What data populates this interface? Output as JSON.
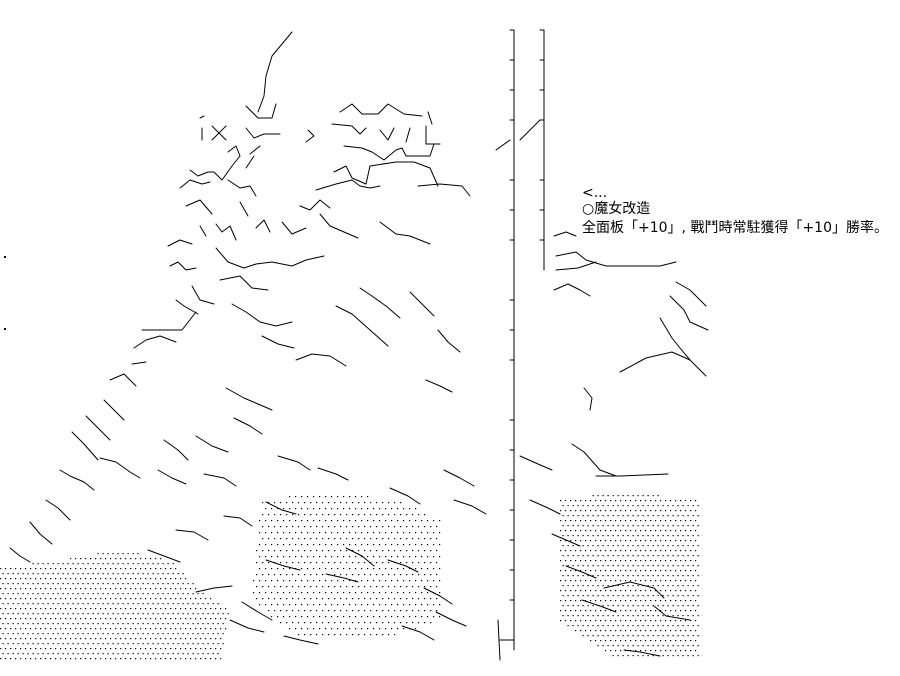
{
  "caption": {
    "ellipsis": "<...",
    "title": "○魔女改造",
    "body": "全面板「+10」, 戰鬥時常駐獲得「+10」勝率。"
  },
  "artwork": {
    "kind": "shift-jis ascii art illustration",
    "ink_color": "#000000",
    "background_color": "#ffffff"
  }
}
